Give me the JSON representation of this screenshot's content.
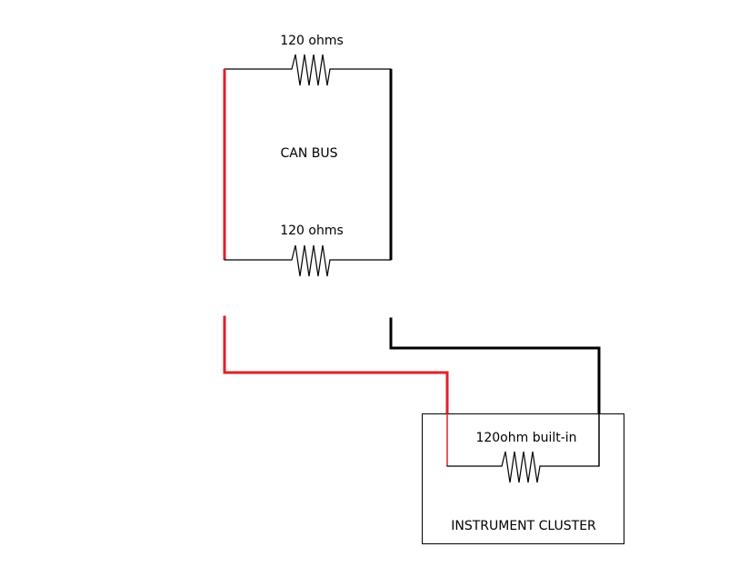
{
  "labels": {
    "top_resistor": "120 ohms",
    "bus": "CAN BUS",
    "bottom_resistor": "120 ohms",
    "builtin_resistor": "120ohm built-in",
    "cluster": "INSTRUMENT CLUSTER"
  },
  "colors": {
    "can_high": "#e0202a",
    "can_low": "#000000",
    "thin_line": "#000000"
  }
}
